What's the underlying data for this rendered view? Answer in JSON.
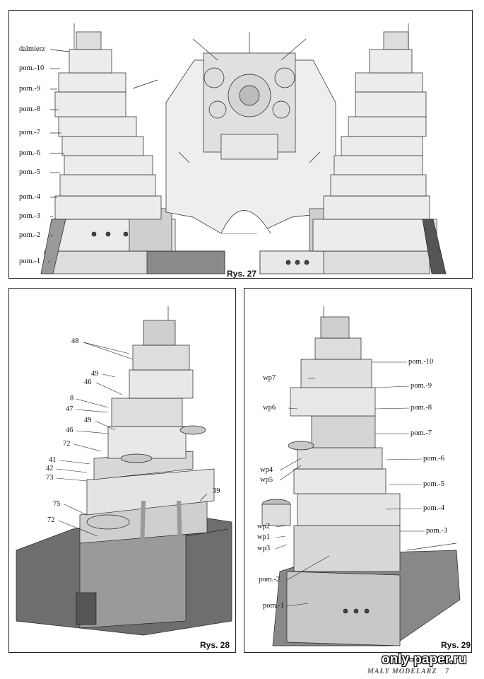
{
  "figures": {
    "rys27": {
      "caption": "Rys. 27",
      "labels": [
        "dalmierz",
        "pom.-10",
        "pom.-9",
        "pom.-8",
        "pom.-7",
        "pom.-6",
        "pom.-5",
        "pom.-4",
        "pom.-3",
        "pom.-2",
        "pom.-1"
      ]
    },
    "rys28": {
      "caption": "Rys. 28",
      "labels": [
        "48",
        "49",
        "46",
        "8",
        "47",
        "49",
        "46",
        "72",
        "41",
        "42",
        "73",
        "39",
        "75",
        "72"
      ]
    },
    "rys29": {
      "caption": "Rys. 29",
      "labels": [
        "pom.-10",
        "wp7",
        "pom.-9",
        "wp6",
        "pom.-8",
        "pom.-7",
        "pom.-6",
        "wp4",
        "wp5",
        "pom.-5",
        "pom.-4",
        "wp2",
        "pom.-3",
        "wp1",
        "wp3",
        "pom.-2",
        "pom.-1"
      ]
    }
  },
  "footer": {
    "text": "MAŁY MODELARZ",
    "page": "7"
  },
  "watermark": "only-paper.ru",
  "colors": {
    "line": "#222222",
    "light": "#e8e8e8",
    "mid": "#c8c8c8",
    "dark": "#8a8a8a",
    "deck": "#7a7a7a"
  }
}
